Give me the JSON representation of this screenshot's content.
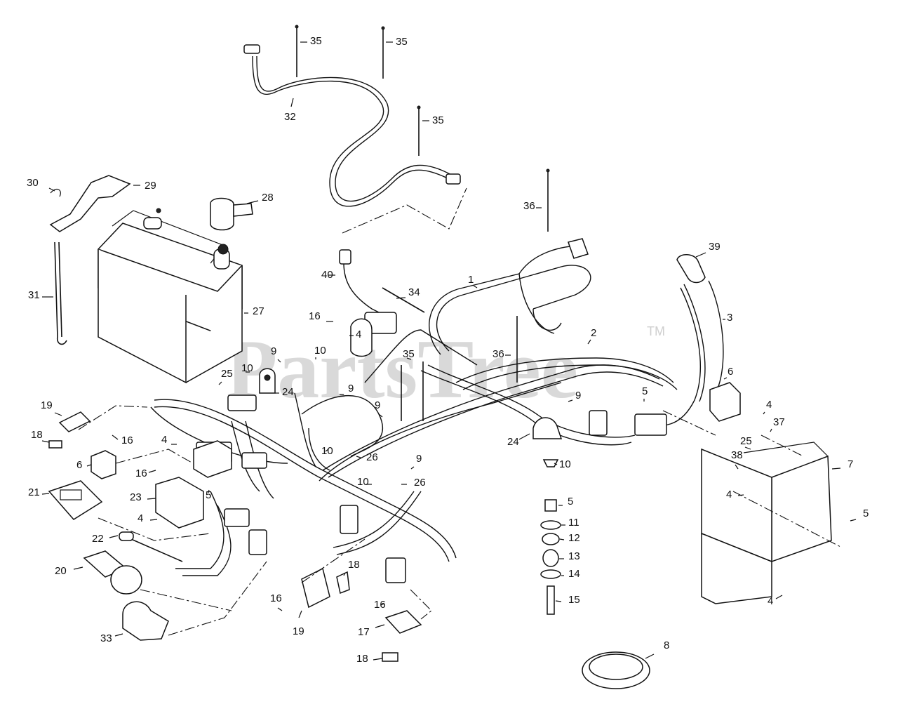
{
  "watermark": {
    "text": "PartsTree",
    "trademark": "TM"
  },
  "callouts": [
    {
      "label": "35"
    },
    {
      "label": "35"
    },
    {
      "label": "35"
    },
    {
      "label": "32"
    },
    {
      "label": "30"
    },
    {
      "label": "29"
    },
    {
      "label": "28"
    },
    {
      "label": "36"
    },
    {
      "label": "39"
    },
    {
      "label": "40"
    },
    {
      "label": "1"
    },
    {
      "label": "31"
    },
    {
      "label": "34"
    },
    {
      "label": "27"
    },
    {
      "label": "16"
    },
    {
      "label": "3"
    },
    {
      "label": "2"
    },
    {
      "label": "36"
    },
    {
      "label": "10"
    },
    {
      "label": "9"
    },
    {
      "label": "4"
    },
    {
      "label": "35"
    },
    {
      "label": "10"
    },
    {
      "label": "25"
    },
    {
      "label": "24"
    },
    {
      "label": "9"
    },
    {
      "label": "6"
    },
    {
      "label": "19"
    },
    {
      "label": "5"
    },
    {
      "label": "9"
    },
    {
      "label": "9"
    },
    {
      "label": "4"
    },
    {
      "label": "37"
    },
    {
      "label": "18"
    },
    {
      "label": "16"
    },
    {
      "label": "25"
    },
    {
      "label": "4"
    },
    {
      "label": "10"
    },
    {
      "label": "26"
    },
    {
      "label": "24"
    },
    {
      "label": "6"
    },
    {
      "label": "38"
    },
    {
      "label": "7"
    },
    {
      "label": "16"
    },
    {
      "label": "10"
    },
    {
      "label": "9"
    },
    {
      "label": "5"
    },
    {
      "label": "10"
    },
    {
      "label": "26"
    },
    {
      "label": "23"
    },
    {
      "label": "21"
    },
    {
      "label": "4"
    },
    {
      "label": "4"
    },
    {
      "label": "5"
    },
    {
      "label": "11"
    },
    {
      "label": "22"
    },
    {
      "label": "12"
    },
    {
      "label": "13"
    },
    {
      "label": "5"
    },
    {
      "label": "20"
    },
    {
      "label": "14"
    },
    {
      "label": "18"
    },
    {
      "label": "16"
    },
    {
      "label": "15"
    },
    {
      "label": "4"
    },
    {
      "label": "16"
    },
    {
      "label": "19"
    },
    {
      "label": "17"
    },
    {
      "label": "33"
    },
    {
      "label": "8"
    },
    {
      "label": "18"
    }
  ]
}
